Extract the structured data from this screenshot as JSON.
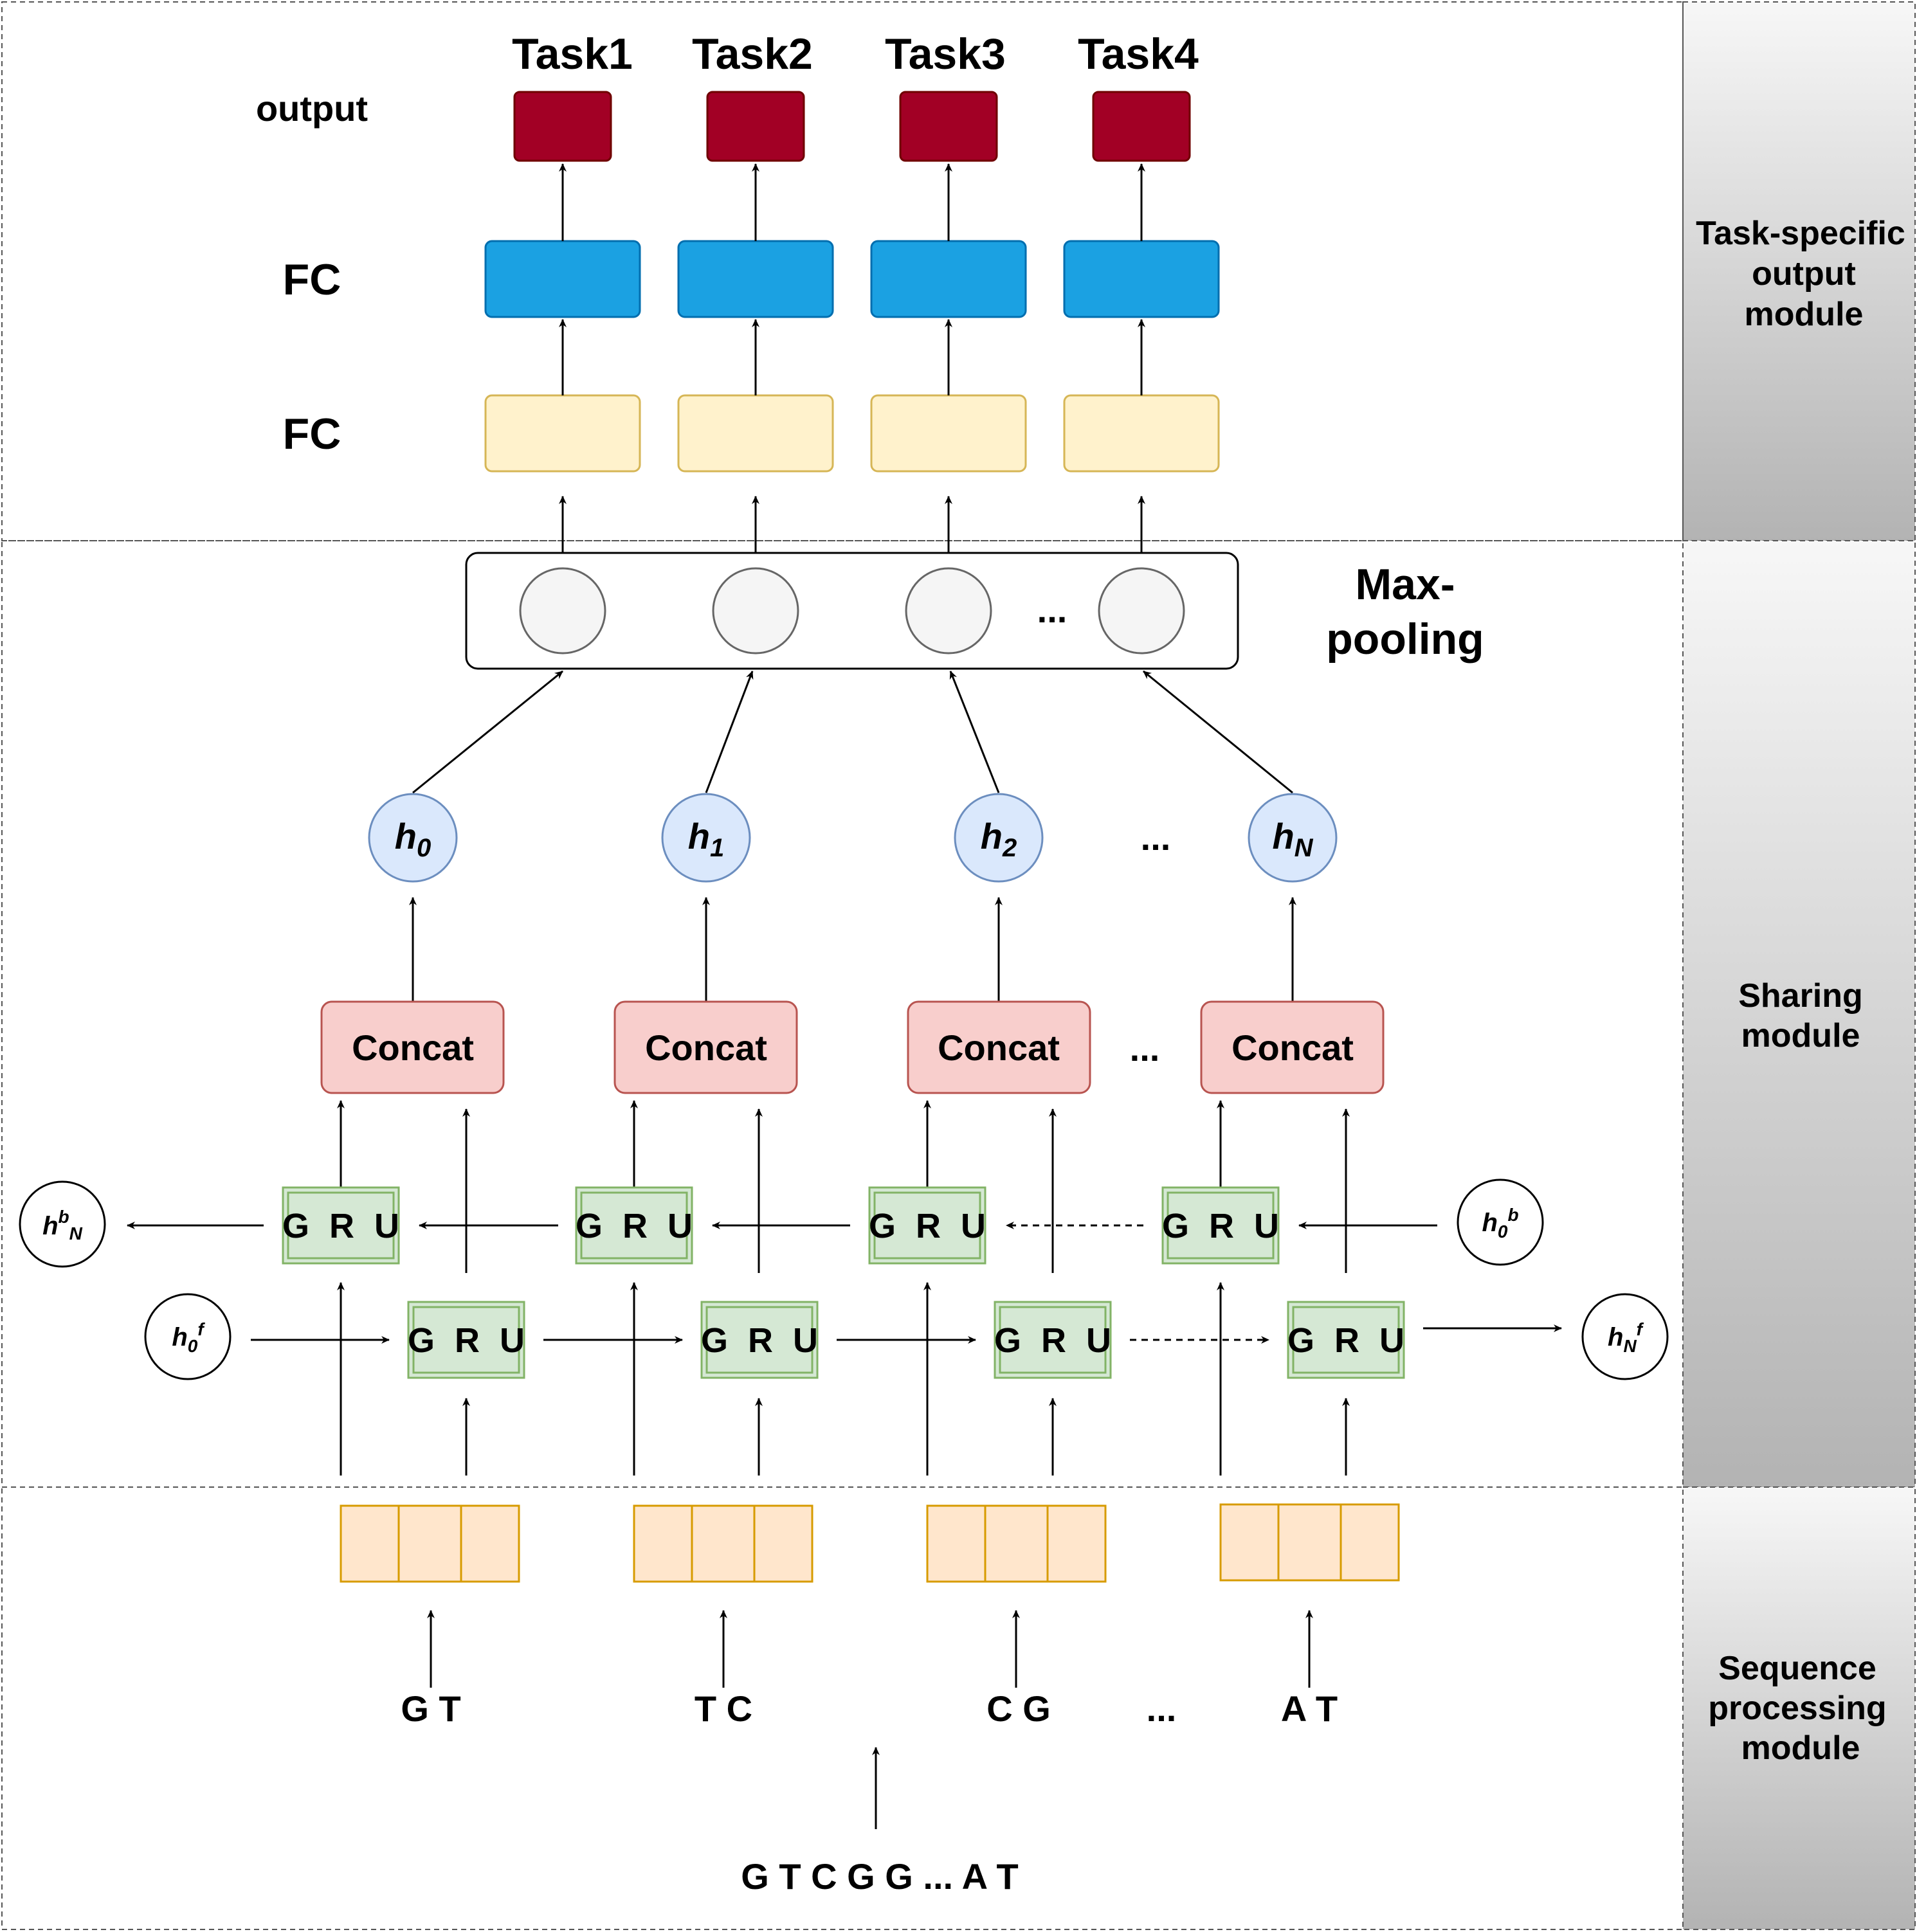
{
  "tasks": [
    "Task1",
    "Task2",
    "Task3",
    "Task4"
  ],
  "row_labels": {
    "output": "output",
    "fc_top": "FC",
    "fc_bottom": "FC"
  },
  "maxpool": {
    "line1": "Max-",
    "line2": "pooling",
    "ellipsis": "..."
  },
  "hidden": {
    "h0": {
      "base": "h",
      "sub": "0"
    },
    "h1": {
      "base": "h",
      "sub": "1"
    },
    "h2": {
      "base": "h",
      "sub": "2"
    },
    "hN": {
      "base": "h",
      "sub": "N"
    },
    "ellipsis": "..."
  },
  "concat_label": "Concat",
  "concat_ellipsis": "...",
  "gru_label": "G R U",
  "state_backward_out": {
    "base": "h",
    "sup": "b",
    "sub": "N"
  },
  "state_backward_in": {
    "base": "h",
    "sub": "0",
    "sup": "b"
  },
  "state_forward_in": {
    "base": "h",
    "sub": "0",
    "sup": "f"
  },
  "state_forward_out": {
    "base": "h",
    "sub": "N",
    "sup": "f"
  },
  "kmers": [
    "G T",
    "T C",
    "C G",
    "A T"
  ],
  "kmer_ellipsis": "...",
  "sequence": "G T C G G ... A T",
  "modules": {
    "task_specific": [
      "Task-specific",
      "output",
      "module"
    ],
    "sharing": [
      "Sharing",
      "module"
    ],
    "sequence": [
      "Sequence",
      "processing",
      "module"
    ]
  },
  "colors": {
    "output_box": "#a20025",
    "fc_blue": "#1ba1e2",
    "fc_cream": "#fff2cc",
    "hidden_node": "#dae8fc",
    "concat": "#f8cecc",
    "gru": "#d5e8d4",
    "embedding": "#ffe6cc",
    "pool_node": "#f5f5f5"
  }
}
